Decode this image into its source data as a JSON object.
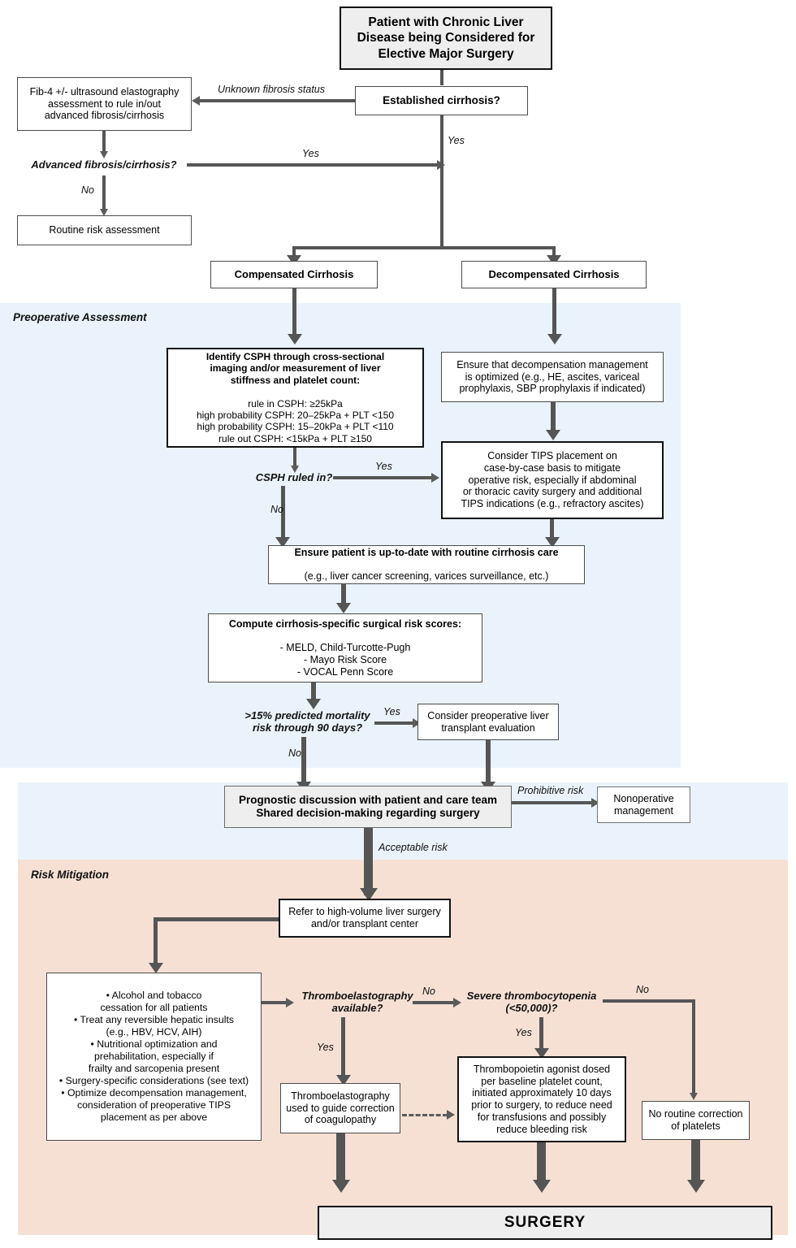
{
  "diagram": {
    "title": "Management algorithm for patients with chronic liver disease considered for elective major surgery"
  },
  "bands": {
    "preoperative": {
      "label": "Preoperative Assessment",
      "color": "#eaf3fb"
    },
    "prognostic": {
      "label": "",
      "color": "#eaf3fb"
    },
    "risk_mitigation": {
      "label": "Risk Mitigation",
      "color": "#f6e0d4"
    }
  },
  "nodes": {
    "start": {
      "text": "Patient with Chronic Liver\nDisease being Considered for\nElective Major Surgery"
    },
    "established_cirrhosis": {
      "text": "Established cirrhosis?"
    },
    "fib4": {
      "text": "Fib-4 +/- ultrasound elastography\nassessment to rule in/out\nadvanced fibrosis/cirrhosis"
    },
    "advanced_fibrosis": {
      "text": "Advanced fibrosis/cirrhosis?"
    },
    "routine_risk": {
      "text": "Routine risk assessment"
    },
    "compensated": {
      "text": "Compensated Cirrhosis"
    },
    "decompensated": {
      "text": "Decompensated Cirrhosis"
    },
    "identify_csph": {
      "title": "Identify CSPH through cross-sectional\nimaging and/or measurement of liver\nstiffness and platelet count:",
      "lines": "rule in CSPH: ≥25kPa\nhigh probability CSPH: 20–25kPa + PLT <150\nhigh probability CSPH: 15–20kPa + PLT <110\nrule out CSPH: <15kPa + PLT ≥150"
    },
    "decomp_management": {
      "text": "Ensure that decompensation management\nis optimized (e.g., HE, ascites, variceal\nprophylaxis, SBP prophylaxis if indicated)"
    },
    "consider_tips": {
      "text": "Consider TIPS placement on\ncase-by-case basis to mitigate\noperative risk, especially if abdominal\nor thoracic cavity surgery and additional\nTIPS indications (e.g., refractory ascites)"
    },
    "csph_ruled_in": {
      "text": "CSPH ruled in?"
    },
    "routine_cirrhosis_care": {
      "title": "Ensure patient is up-to-date with routine cirrhosis care",
      "sub": "(e.g., liver cancer screening, varices surveillance, etc.)"
    },
    "risk_scores": {
      "title": "Compute cirrhosis-specific surgical risk scores:",
      "sub": "- MELD, Child-Turcotte-Pugh\n- Mayo Risk Score\n- VOCAL Penn Score"
    },
    "mortality_risk": {
      "text": ">15% predicted mortality\nrisk through 90 days?"
    },
    "transplant_eval": {
      "text": "Consider preoperative liver\ntransplant evaluation"
    },
    "prognostic_discussion": {
      "text": "Prognostic discussion with patient and care team\nShared decision-making regarding surgery"
    },
    "nonoperative": {
      "text": "Nonoperative\nmanagement"
    },
    "refer_center": {
      "text": "Refer to high-volume liver surgery\nand/or transplant center"
    },
    "mitigation_list": {
      "text": "• Alcohol and tobacco\ncessation for all patients\n• Treat any reversible hepatic insults\n(e.g., HBV, HCV, AIH)\n• Nutritional optimization and\nprehabilitation, especially if\nfrailty and sarcopenia present\n• Surgery-specific considerations (see text)\n• Optimize decompensation management,\nconsideration of preoperative TIPS\nplacement as per above"
    },
    "teg_available": {
      "text": "Thromboelastography\navailable?"
    },
    "severe_thrombocytopenia": {
      "text": "Severe thrombocytopenia\n(<50,000)?"
    },
    "teg_guide": {
      "text": "Thromboelastography\nused to guide correction\nof coagulopathy"
    },
    "tpo_agonist": {
      "text": "Thrombopoietin agonist dosed\nper baseline platelet count,\ninitiated approximately 10 days\nprior to surgery, to reduce need\nfor transfusions and possibly\nreduce bleeding risk"
    },
    "no_correction": {
      "text": "No routine correction\nof platelets"
    },
    "surgery": {
      "text": "SURGERY"
    }
  },
  "edges": {
    "unknown_fibrosis": "Unknown fibrosis status",
    "established_yes": "Yes",
    "advanced_yes": "Yes",
    "advanced_no": "No",
    "csph_yes": "Yes",
    "csph_no": "No",
    "mortality_yes": "Yes",
    "mortality_no": "No",
    "prohibitive_risk": "Prohibitive risk",
    "acceptable_risk": "Acceptable risk",
    "teg_no": "No",
    "teg_yes": "Yes",
    "thrombocytopenia_no": "No",
    "thrombocytopenia_yes": "Yes"
  }
}
